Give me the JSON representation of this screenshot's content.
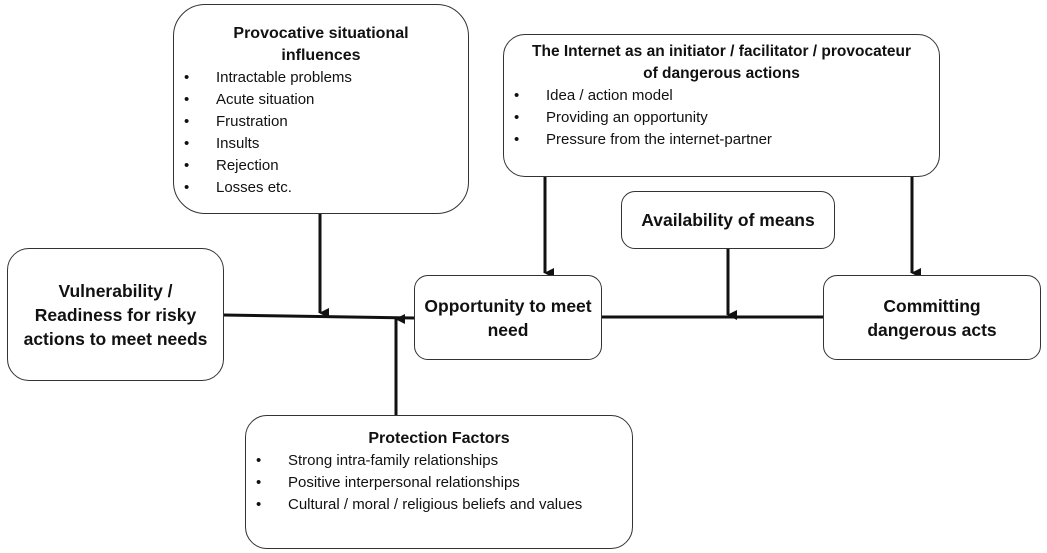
{
  "diagram": {
    "nodes": {
      "vulnerability": {
        "label": "Vulnerability / Readiness for risky actions to meet needs",
        "lines": [
          "Vulnerability /",
          "Readiness for risky",
          "actions to meet needs"
        ]
      },
      "provocative": {
        "title_lines": [
          "Provocative situational",
          "influences"
        ],
        "items": [
          "Intractable problems",
          "Acute situation",
          "Frustration",
          "Insults",
          "Rejection",
          "Losses etc."
        ]
      },
      "internet": {
        "title_lines": [
          "The Internet as an initiator / facilitator / provocateur",
          "of dangerous actions"
        ],
        "items": [
          "Idea / action model",
          "Providing an opportunity",
          "Pressure from the internet-partner"
        ]
      },
      "availability": {
        "label": "Availability of means"
      },
      "opportunity": {
        "lines": [
          "Opportunity to meet",
          "need"
        ]
      },
      "committing": {
        "lines": [
          "Committing",
          "dangerous acts"
        ]
      },
      "protection": {
        "title": "Protection Factors",
        "items": [
          "Strong intra-family relationships",
          "Positive interpersonal relationships",
          "Cultural / moral / religious beliefs and values"
        ]
      }
    },
    "edges": [
      {
        "from": "vulnerability",
        "to": "opportunity",
        "type": "line"
      },
      {
        "from": "opportunity",
        "to": "committing",
        "type": "line"
      },
      {
        "from": "provocative",
        "to": "vulnerability-opportunity-link",
        "type": "arrow-down"
      },
      {
        "from": "protection",
        "to": "vulnerability-opportunity-link",
        "type": "arrow-up"
      },
      {
        "from": "internet",
        "to": "opportunity",
        "type": "arrow-down"
      },
      {
        "from": "internet",
        "to": "committing",
        "type": "arrow-down"
      },
      {
        "from": "availability",
        "to": "opportunity-committing-link",
        "type": "arrow-down"
      }
    ]
  }
}
